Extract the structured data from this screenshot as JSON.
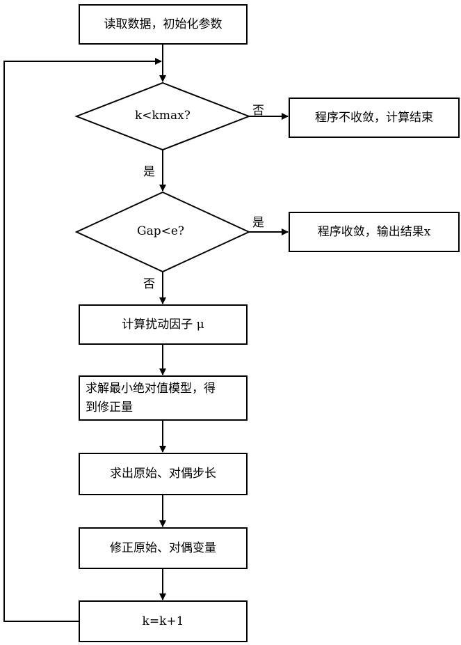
{
  "nodes": {
    "start": "读取数据，初始化参数",
    "cond_kmax": "k<kmax?",
    "not_converged": "程序不收敛，计算结束",
    "cond_gap": "Gap<e?",
    "converged": "程序收敛，输出结果x",
    "calc_mu": "计算扰动因子 μ",
    "solve_model_line1": "求解最小绝对值模型，得",
    "solve_model_line2": "到修正量",
    "step_length": "求出原始、对偶步长",
    "update_vars": "修正原始、对偶变量",
    "increment_k": "k=k+1"
  },
  "edge_labels": {
    "kmax_no": "否",
    "kmax_yes": "是",
    "gap_yes": "是",
    "gap_no": "否"
  }
}
